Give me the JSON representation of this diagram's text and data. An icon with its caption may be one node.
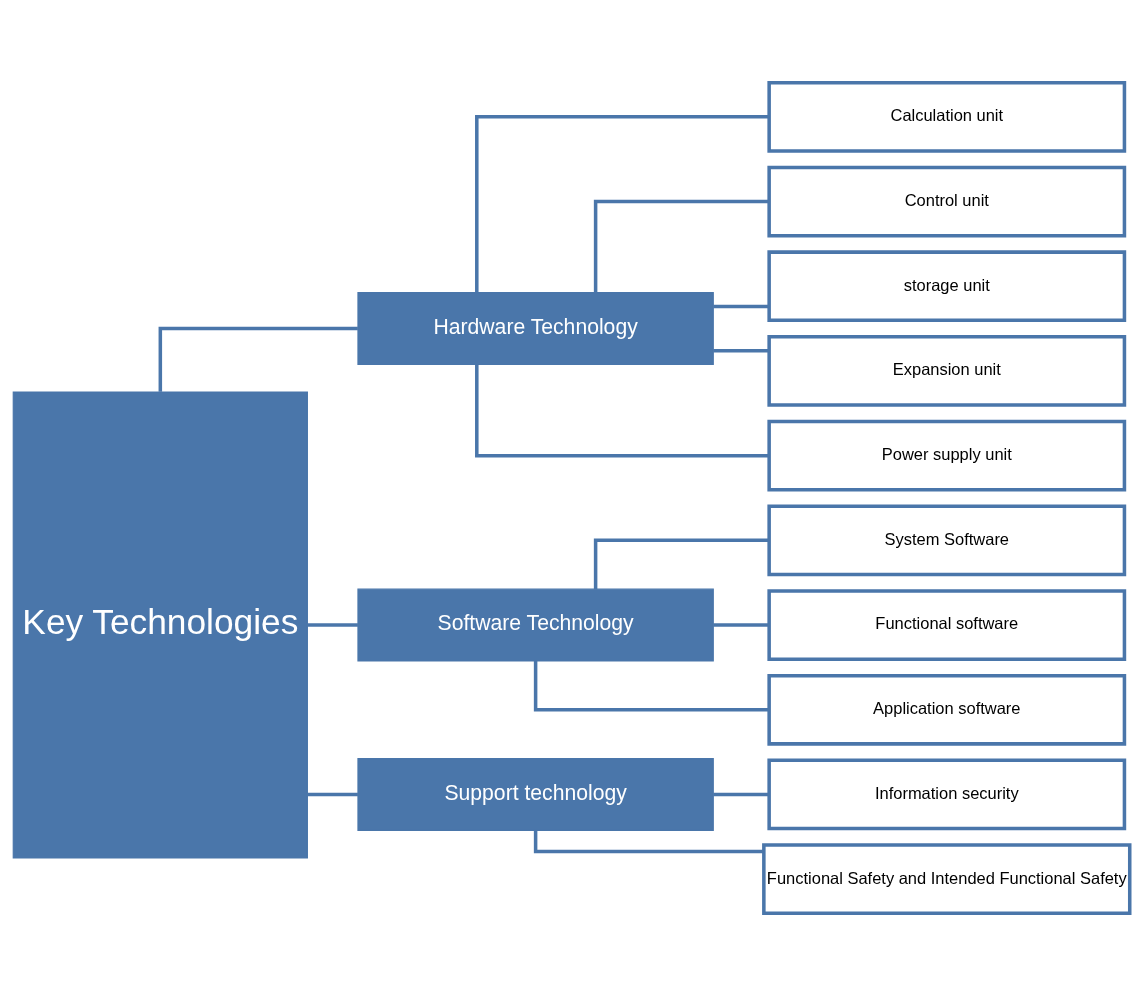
{
  "diagram": {
    "nodes": [
      {
        "text": [
          "Key Technologies"
        ]
      },
      {
        "text": [
          "Hardware Technology"
        ]
      },
      {
        "text": [
          "Software Technology"
        ]
      },
      {
        "text": [
          "Support technology"
        ]
      },
      {
        "text": [
          "Calculation unit"
        ]
      },
      {
        "text": [
          "Control unit"
        ]
      },
      {
        "text": [
          "storage unit"
        ]
      },
      {
        "text": [
          "Expansion unit"
        ]
      },
      {
        "text": [
          "Power supply unit"
        ]
      },
      {
        "text": [
          "System Software"
        ]
      },
      {
        "text": [
          "Functional software"
        ]
      },
      {
        "text": [
          "Application software"
        ]
      },
      {
        "text": [
          "Information security"
        ]
      },
      {
        "text": [
          "Functional Safety and Intended Functional Safety"
        ]
      }
    ],
    "edges": [
      {
        "from": 0,
        "to": 1,
        "arrow": "none"
      },
      {
        "from": 0,
        "to": 2,
        "arrow": "none"
      },
      {
        "from": 0,
        "to": 3,
        "arrow": "none"
      },
      {
        "from": 1,
        "to": 4,
        "arrow": "none"
      },
      {
        "from": 1,
        "to": 5,
        "arrow": "none"
      },
      {
        "from": 1,
        "to": 6,
        "arrow": "none"
      },
      {
        "from": 1,
        "to": 7,
        "arrow": "none"
      },
      {
        "from": 1,
        "to": 8,
        "arrow": "none"
      },
      {
        "from": 2,
        "to": 9,
        "arrow": "none"
      },
      {
        "from": 2,
        "to": 10,
        "arrow": "none"
      },
      {
        "from": 2,
        "to": 11,
        "arrow": "none"
      },
      {
        "from": 3,
        "to": 12,
        "arrow": "none"
      },
      {
        "from": 3,
        "to": 13,
        "arrow": "none"
      }
    ]
  }
}
